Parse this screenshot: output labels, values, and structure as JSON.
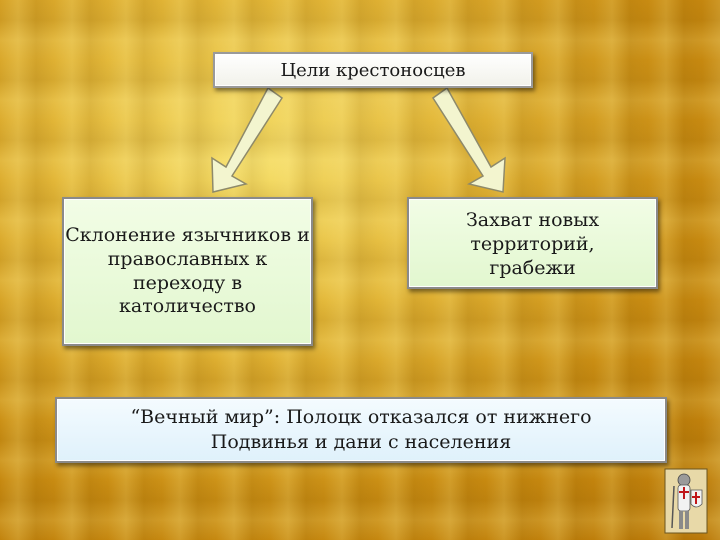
{
  "diagram": {
    "title": "Цели крестоносцев",
    "left_goal": "Склонение язычников и православных к переходу в католичество",
    "right_goal": "Захват новых территорий, грабежи",
    "result": "“Вечный мир”: Полоцк отказался от  нижнего Подвинья и дани с населения"
  },
  "colors": {
    "background": "#d9a323",
    "goal_box_fill": "#e9f9d8",
    "result_box_fill": "#e6f5fc",
    "arrow_fill": "#f3f5cf"
  },
  "icons": [
    "arrow-icon",
    "knight-icon"
  ]
}
